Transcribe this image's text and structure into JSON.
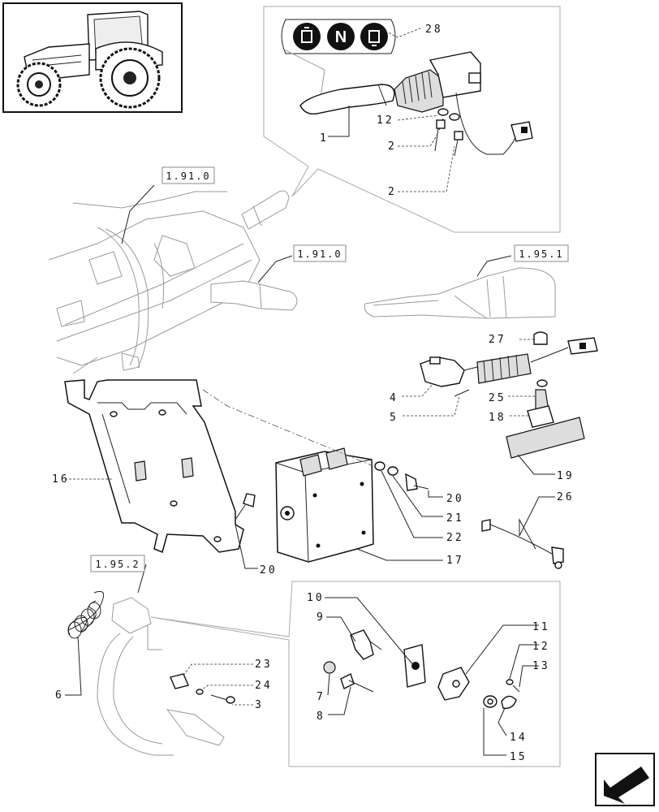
{
  "references": [
    {
      "id": "ref-1",
      "text": "1.91.0"
    },
    {
      "id": "ref-2",
      "text": "1.91.0"
    },
    {
      "id": "ref-3",
      "text": "1.95.1"
    },
    {
      "id": "ref-4",
      "text": "1.95.2"
    }
  ],
  "callouts": [
    {
      "id": "c28",
      "text": "28"
    },
    {
      "id": "c12a",
      "text": "12"
    },
    {
      "id": "c1",
      "text": "1"
    },
    {
      "id": "c2a",
      "text": "2"
    },
    {
      "id": "c2b",
      "text": "2"
    },
    {
      "id": "c27",
      "text": "27"
    },
    {
      "id": "c4",
      "text": "4"
    },
    {
      "id": "c25",
      "text": "25"
    },
    {
      "id": "c5",
      "text": "5"
    },
    {
      "id": "c18",
      "text": "18"
    },
    {
      "id": "c19",
      "text": "19"
    },
    {
      "id": "c16",
      "text": "16"
    },
    {
      "id": "c20a",
      "text": "20"
    },
    {
      "id": "c21",
      "text": "21"
    },
    {
      "id": "c22",
      "text": "22"
    },
    {
      "id": "c26",
      "text": "26"
    },
    {
      "id": "c17",
      "text": "17"
    },
    {
      "id": "c20b",
      "text": "20"
    },
    {
      "id": "c10",
      "text": "10"
    },
    {
      "id": "c9",
      "text": "9"
    },
    {
      "id": "c11",
      "text": "11"
    },
    {
      "id": "c12b",
      "text": "12"
    },
    {
      "id": "c13",
      "text": "13"
    },
    {
      "id": "c7",
      "text": "7"
    },
    {
      "id": "c8",
      "text": "8"
    },
    {
      "id": "c14",
      "text": "14"
    },
    {
      "id": "c15",
      "text": "15"
    },
    {
      "id": "c6",
      "text": "6"
    },
    {
      "id": "c23",
      "text": "23"
    },
    {
      "id": "c24",
      "text": "24"
    },
    {
      "id": "c3",
      "text": "3"
    }
  ],
  "shuttle_symbols": {
    "neutral": "N",
    "forward_icon": "tractor-forward-icon",
    "reverse_icon": "tractor-reverse-icon"
  },
  "icons": {
    "thumbnail": "tractor-thumbnail-icon",
    "navigation": "next-page-arrow-icon"
  }
}
